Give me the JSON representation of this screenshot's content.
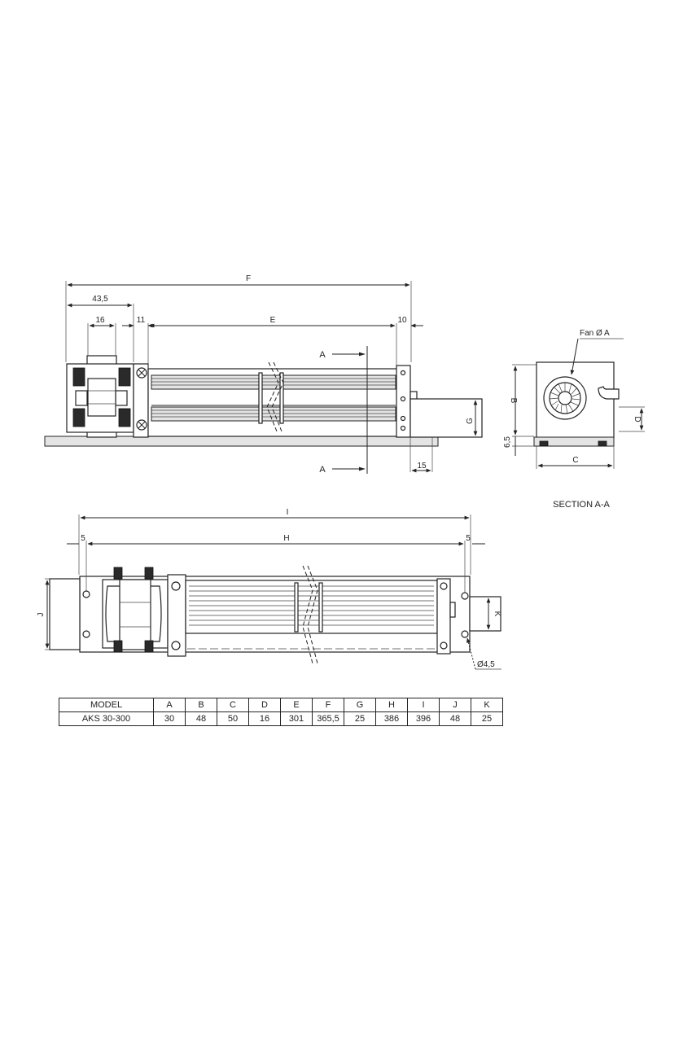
{
  "top_view": {
    "dim_F": "F",
    "dim_43_5": "43,5",
    "dim_16": "16",
    "dim_11": "11",
    "dim_E": "E",
    "dim_10": "10",
    "dim_G": "G",
    "dim_15": "15",
    "section_mark_top": "A",
    "section_mark_bottom": "A"
  },
  "section_view": {
    "fan_label": "Fan Ø A",
    "dim_B": "B",
    "dim_D": "D",
    "dim_6_5": "6,5",
    "dim_C": "C",
    "title": "SECTION A-A"
  },
  "front_view": {
    "dim_I": "I",
    "dim_H": "H",
    "dim_5_left": "5",
    "dim_5_right": "5",
    "dim_J": "J",
    "dim_K": "K",
    "hole_label": "Ø4,5"
  },
  "spec_table": {
    "headers": [
      "MODEL",
      "A",
      "B",
      "C",
      "D",
      "E",
      "F",
      "G",
      "H",
      "I",
      "J",
      "K"
    ],
    "row": [
      "AKS 30-300",
      "30",
      "48",
      "50",
      "16",
      "301",
      "365,5",
      "25",
      "386",
      "396",
      "48",
      "25"
    ]
  }
}
